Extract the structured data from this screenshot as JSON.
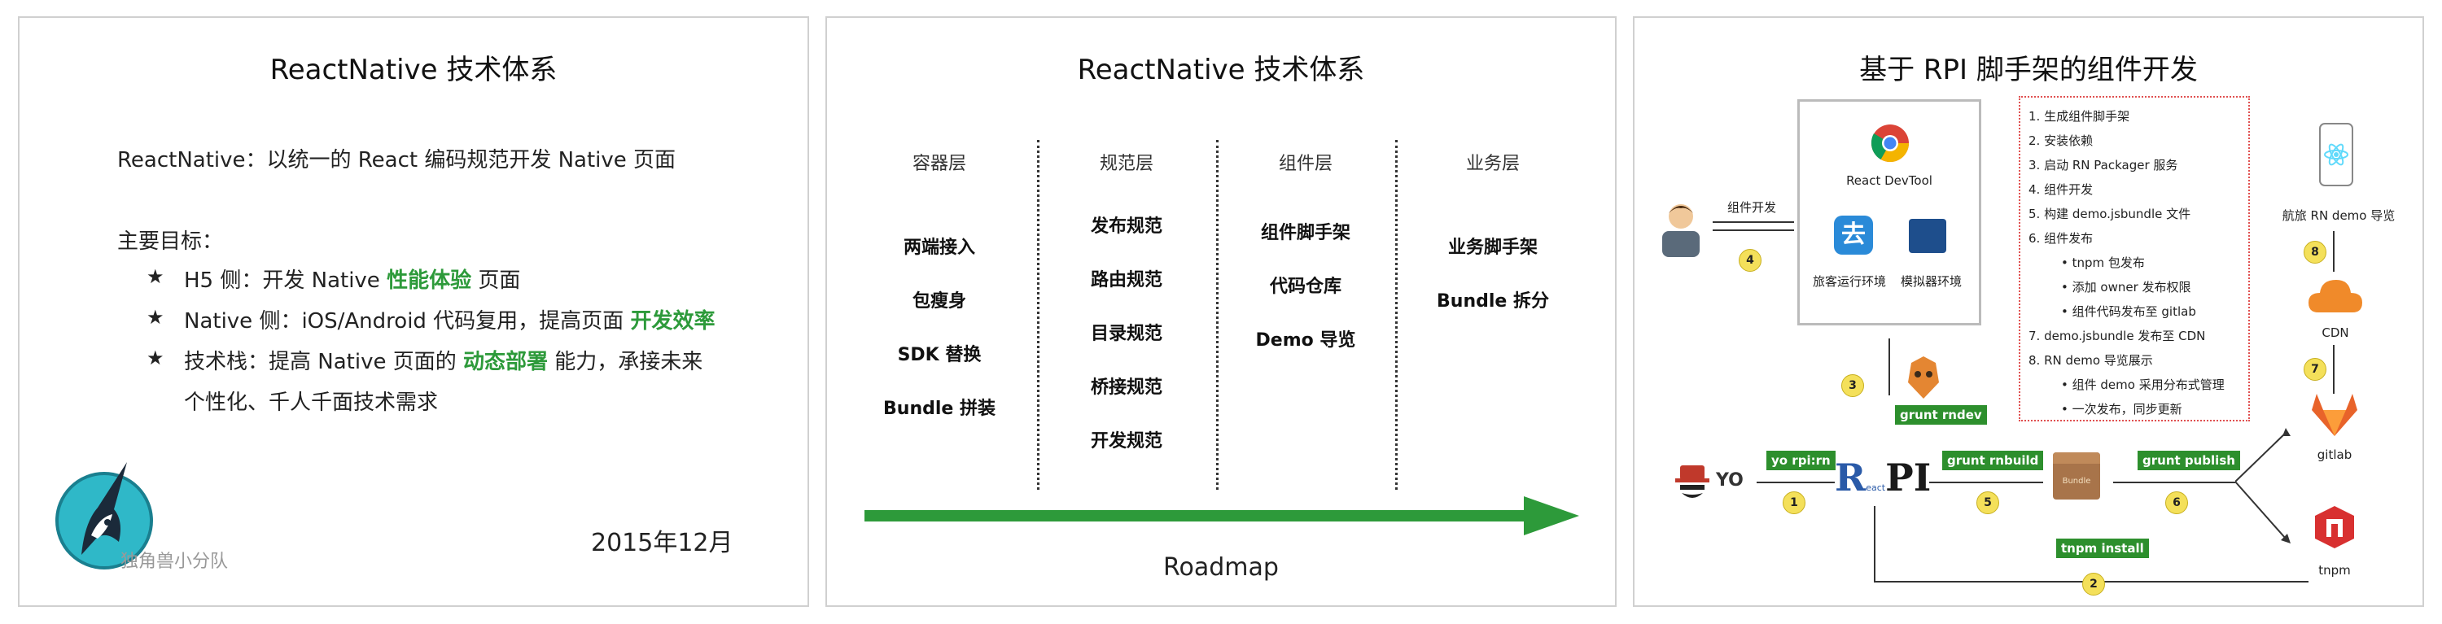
{
  "slide1": {
    "title": "ReactNative 技术体系",
    "intro": "ReactNative：以统一的 React 编码规范开发 Native 页面",
    "goals_heading": "主要目标：",
    "goals": [
      {
        "prefix": "H5 侧：开发 Native ",
        "highlight": "性能体验",
        "suffix": " 页面"
      },
      {
        "prefix": "Native 侧：iOS/Android 代码复用，提高页面 ",
        "highlight": "开发效率",
        "suffix": ""
      },
      {
        "prefix": "技术栈：提高 Native 页面的 ",
        "highlight": "动态部署",
        "suffix": " 能力，承接未来"
      }
    ],
    "goal3_line2": "个性化、千人千面技术需求",
    "team": "独角兽小分队",
    "date": "2015年12月",
    "bullet": "★",
    "colors": {
      "accent": "#2d9a3a",
      "logo": "#2fb8c8"
    }
  },
  "slide2": {
    "title": "ReactNative 技术体系",
    "columns": [
      {
        "head": "容器层",
        "items": [
          "两端接入",
          "包瘦身",
          "SDK 替换",
          "Bundle 拼装"
        ]
      },
      {
        "head": "规范层",
        "items": [
          "发布规范",
          "路由规范",
          "目录规范",
          "桥接规范",
          "开发规范"
        ]
      },
      {
        "head": "组件层",
        "items": [
          "组件脚手架",
          "代码仓库",
          "Demo 导览"
        ]
      },
      {
        "head": "业务层",
        "items": [
          "业务脚手架",
          "Bundle 拆分"
        ]
      }
    ],
    "roadmap": "Roadmap",
    "colors": {
      "arrow": "#2d9a3a"
    }
  },
  "slide3": {
    "title": "基于 RPI 脚手架的组件开发",
    "devtools": {
      "react": "React DevTool",
      "travel_env": "旅客运行环境",
      "sim_env": "模拟器环境"
    },
    "dev_label": "组件开发",
    "yo": "YO",
    "rpi_r": "R",
    "rpi_small": "eact",
    "rpi_pi": "PI",
    "tags": {
      "yo_rpi": "yo rpi:rn",
      "rndev": "grunt rndev",
      "rnbuild": "grunt rnbuild",
      "publish": "grunt publish",
      "tnpm_install": "tnpm install"
    },
    "bundle_label": "Bundle",
    "nums": [
      "1",
      "2",
      "3",
      "4",
      "5",
      "6",
      "7",
      "8"
    ],
    "targets": {
      "demo": "航旅 RN demo 导览",
      "cdn": "CDN",
      "gitlab": "gitlab",
      "tnpm": "tnpm"
    },
    "steps": [
      {
        "n": "1.",
        "text": "生成组件脚手架",
        "sub": false
      },
      {
        "n": "2.",
        "text": "安装依赖",
        "sub": false
      },
      {
        "n": "3.",
        "text": "启动 RN Packager 服务",
        "sub": false
      },
      {
        "n": "4.",
        "text": "组件开发",
        "sub": false
      },
      {
        "n": "5.",
        "text": "构建 demo.jsbundle 文件",
        "sub": false
      },
      {
        "n": "6.",
        "text": "组件发布",
        "sub": false
      },
      {
        "n": "•",
        "text": "tnpm 包发布",
        "sub": true
      },
      {
        "n": "•",
        "text": "添加 owner 发布权限",
        "sub": true
      },
      {
        "n": "•",
        "text": "组件代码发布至 gitlab",
        "sub": true
      },
      {
        "n": "7.",
        "text": "demo.jsbundle 发布至 CDN",
        "sub": false
      },
      {
        "n": "8.",
        "text": "RN demo 导览展示",
        "sub": false
      },
      {
        "n": "•",
        "text": "组件 demo 采用分布式管理",
        "sub": true
      },
      {
        "n": "•",
        "text": "一次发布，同步更新",
        "sub": true
      }
    ],
    "colors": {
      "tag": "#2d8f2d",
      "badge": "#f4e05a",
      "steps_border": "#e05050",
      "cdn": "#f08a2a",
      "gitlab": "#e8632a",
      "tnpm": "#d83030"
    }
  }
}
